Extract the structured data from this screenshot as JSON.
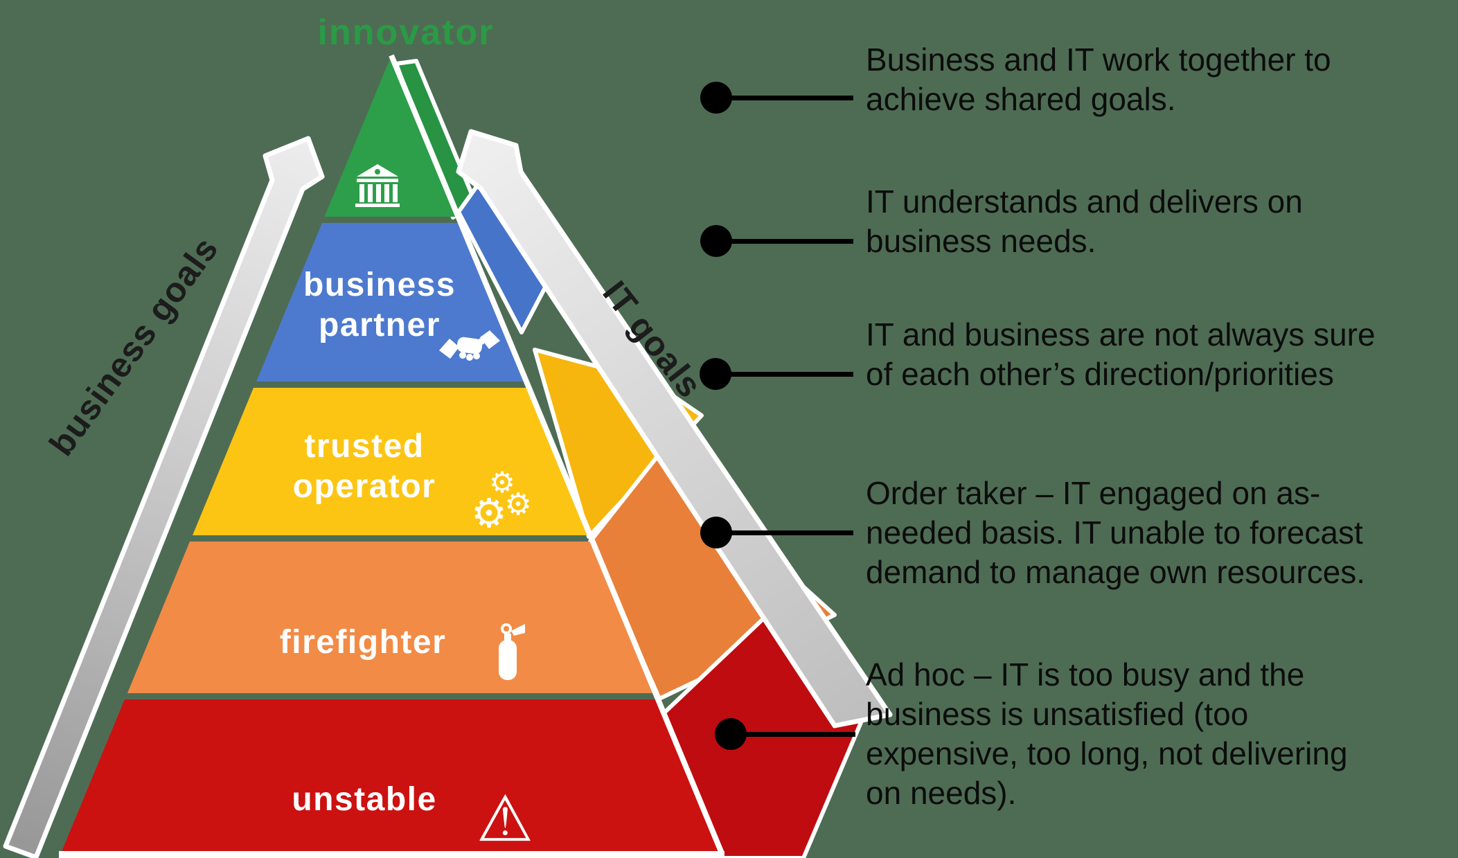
{
  "colors": {
    "background": "#4e6c54",
    "level_green": "#2d9e49",
    "level_green_side": "#279343",
    "level_blue": "#4d7ace",
    "level_blue_side": "#4674c8",
    "level_yellow": "#fdc513",
    "level_yellow_side": "#f6b60e",
    "level_orange": "#f28b46",
    "level_orange_side": "#e8803a",
    "level_red": "#cc1111",
    "level_red_side": "#bf0c10",
    "arrow_gray_dark": "#9b9b9b",
    "arrow_gray_light": "#efefef",
    "text_black": "#0c0c0c",
    "label_white": "#ffffff",
    "innovator_green": "#2a9b45"
  },
  "axes": {
    "left_label": "business goals",
    "right_label": "IT goals"
  },
  "pyramid": {
    "top_label": "innovator",
    "levels": [
      {
        "name": "innovator",
        "icon": "bank-icon",
        "lines": []
      },
      {
        "name": "business partner",
        "icon": "handshake-icon",
        "lines": [
          "business",
          "partner"
        ]
      },
      {
        "name": "trusted operator",
        "icon": "gears-icon",
        "lines": [
          "trusted",
          "operator"
        ]
      },
      {
        "name": "firefighter",
        "icon": "fire-extinguisher-icon",
        "lines": [
          "firefighter"
        ]
      },
      {
        "name": "unstable",
        "icon": "warning-icon",
        "lines": [
          "unstable"
        ]
      }
    ]
  },
  "annotations": [
    {
      "lines": [
        "Business and IT work together to",
        "achieve shared goals."
      ]
    },
    {
      "lines": [
        "IT understands and delivers on",
        "business needs."
      ]
    },
    {
      "lines": [
        "IT and business are not always sure",
        "of each other’s direction/priorities"
      ]
    },
    {
      "lines": [
        "Order taker – IT engaged on as-",
        "needed basis. IT unable to forecast",
        "demand to manage own resources."
      ]
    },
    {
      "lines": [
        "Ad hoc – IT is too busy and the",
        "business is unsatisfied (too",
        "expensive, too long, not delivering",
        "on needs)."
      ]
    }
  ]
}
